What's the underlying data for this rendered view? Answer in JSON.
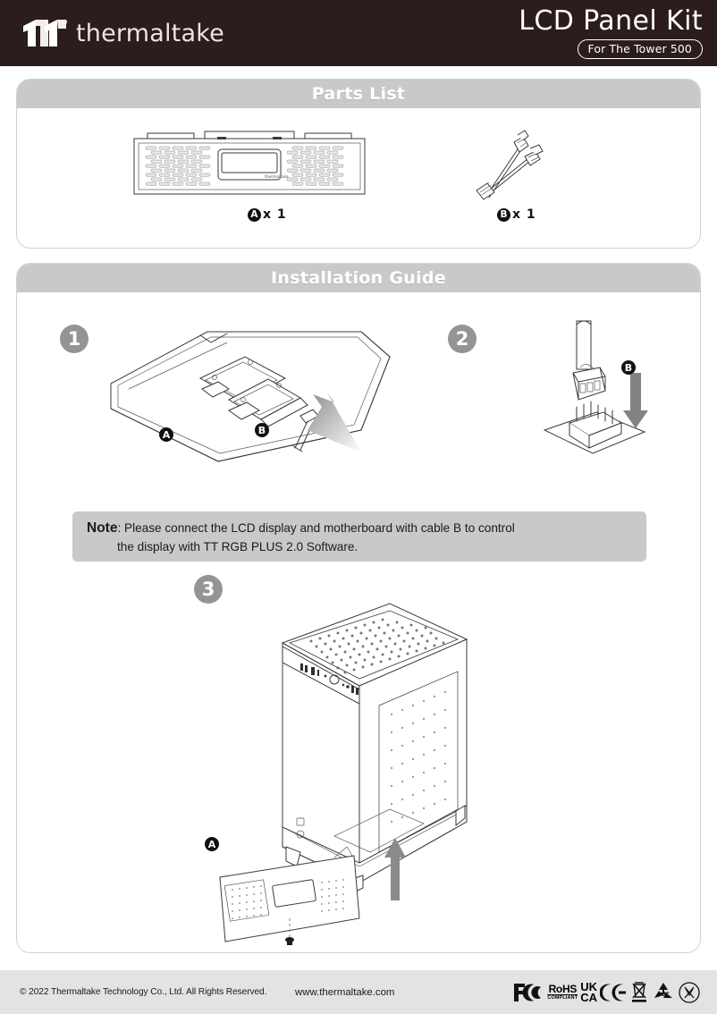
{
  "header": {
    "logo_text": "thermaltake",
    "logo_icon": "thermaltake-tt-logo",
    "title": "LCD Panel Kit",
    "badge": "For The Tower 500"
  },
  "parts_list": {
    "section_title": "Parts List",
    "items": [
      {
        "id": "A",
        "label": "A",
        "quantity_text": "x  1",
        "icon": "lcd-panel-illustration"
      },
      {
        "id": "B",
        "label": "B",
        "quantity_text": "x  1",
        "icon": "y-splitter-cable-illustration"
      }
    ]
  },
  "installation": {
    "section_title": "Installation Guide",
    "steps": [
      {
        "number": "1",
        "markers": [
          "A",
          "B"
        ],
        "icon": "panel-rear-cable-insert-illustration"
      },
      {
        "number": "2",
        "markers": [
          "B"
        ],
        "icon": "connector-to-motherboard-header-illustration"
      },
      {
        "number": "3",
        "markers": [
          "A"
        ],
        "icon": "tower-500-case-panel-install-illustration"
      }
    ],
    "note": {
      "label": "Note",
      "separator": ":",
      "line1": "Please connect the LCD display and motherboard with cable B to control",
      "line2": "the display with TT RGB PLUS 2.0 Software."
    }
  },
  "footer": {
    "copyright": "© 2022 Thermaltake Technology Co., Ltd. All Rights Reserved.",
    "website": "www.thermaltake.com",
    "certifications": [
      {
        "name": "fcc-icon",
        "text": "FC"
      },
      {
        "name": "rohs-icon",
        "line1": "RoHS",
        "line2": "COMPLIANT"
      },
      {
        "name": "ukca-icon",
        "line1": "UK",
        "line2": "CA"
      },
      {
        "name": "ce-icon",
        "text": "CE"
      },
      {
        "name": "weee-crossed-bin-icon",
        "text": ""
      },
      {
        "name": "recycling-loop-icon",
        "text": ""
      },
      {
        "name": "no-disposal-icon",
        "text": ""
      }
    ]
  },
  "colors": {
    "header_bg": "#2b1d1b",
    "section_bar": "#c9c9c9",
    "footer_bg": "#e3e3e3",
    "step_badge": "#949494",
    "marker": "#111111"
  }
}
